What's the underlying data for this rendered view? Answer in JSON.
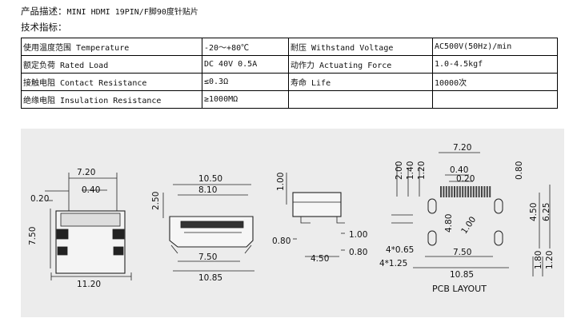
{
  "header": {
    "description_label": "产品描述：",
    "description_value": "MINI HDMI 19PIN/F脚90度针贴片",
    "spec_heading": "技术指标："
  },
  "spec_table": {
    "rows": [
      [
        "使用温度范围 Temperature",
        "-20～+80℃",
        "耐压 Withstand Voltage",
        "AC500V(50Hz)/min"
      ],
      [
        "额定负荷 Rated Load",
        "DC 40V 0.5A",
        "动作力 Actuating Force",
        "1.0-4.5kgf"
      ],
      [
        "接触电阻 Contact Resistance",
        "≤0.3Ω",
        "寿命 Life",
        "10000次"
      ],
      [
        "绝缘电阻 Insulation Resistance",
        "≥1000MΩ",
        "",
        ""
      ]
    ]
  },
  "drawing": {
    "front_view": {
      "d_width": "7.20",
      "d_inner": "0.40",
      "d_offset": "0.20",
      "d_height": "7.50",
      "d_base": "11.20"
    },
    "side_view": {
      "d_outer": "10.50",
      "d_inner": "8.10",
      "d_height": "2.50",
      "d_foot": "7.50",
      "d_total": "10.85"
    },
    "profile_view": {
      "d_top": "1.00",
      "d_left": "0.80",
      "d_right": "1.00",
      "d_bottom": "4.50",
      "d_pad": "0.80"
    },
    "pcb_layout": {
      "title": "PCB LAYOUT",
      "d_width": "7.20",
      "d_pitch": "0.40",
      "d_pad": "0.20",
      "d_v1": "2.00",
      "d_v2": "1.40",
      "d_v3": "1.20",
      "d_h1": "4.80",
      "d_diag": "1.00",
      "d_r1": "0.80",
      "d_r2": "4.50",
      "d_r3": "6.25",
      "d_slot1": "4*0.65",
      "d_slot2": "4*1.25",
      "d_base1": "7.50",
      "d_base2": "10.85",
      "d_br1": "1.80",
      "d_br2": "1.20"
    }
  }
}
